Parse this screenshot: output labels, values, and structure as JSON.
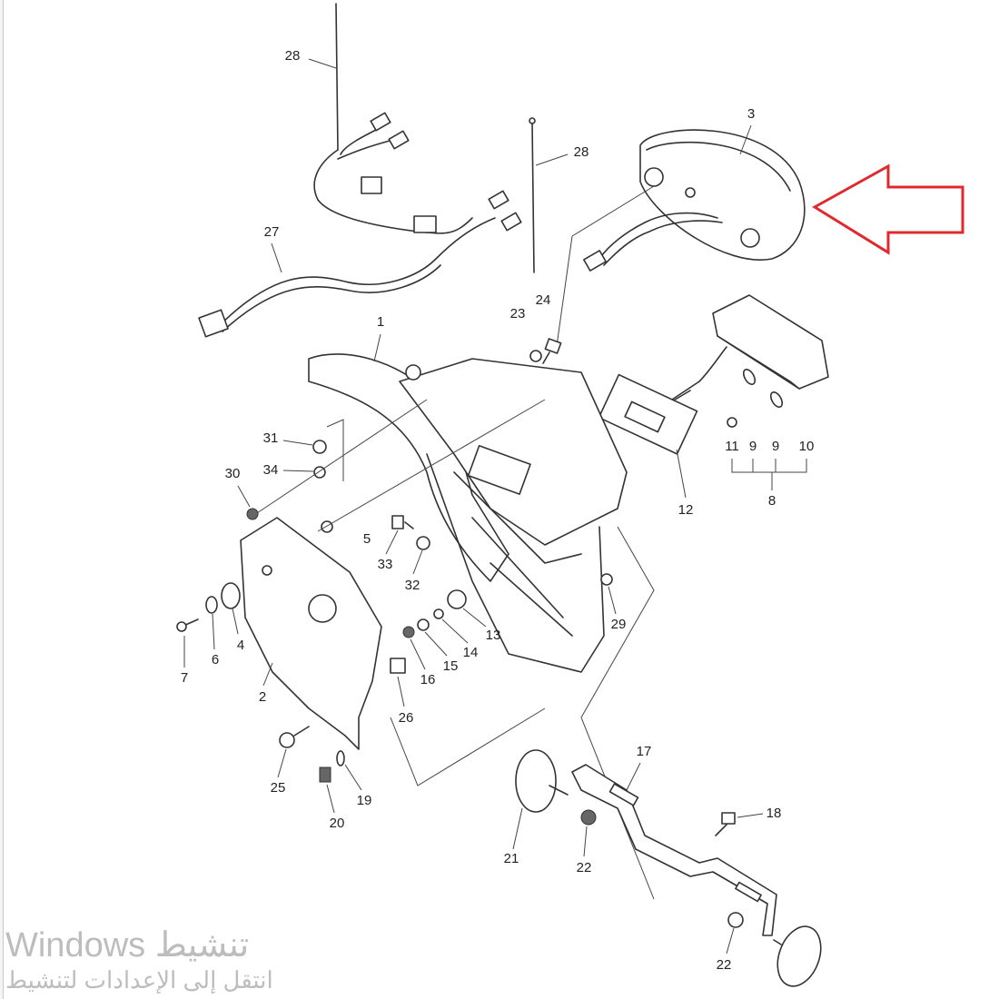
{
  "diagram": {
    "callouts": [
      "28",
      "28",
      "3",
      "27",
      "1",
      "23",
      "24",
      "31",
      "34",
      "30",
      "5",
      "33",
      "32",
      "11",
      "9",
      "9",
      "10",
      "8",
      "12",
      "13",
      "14",
      "15",
      "16",
      "29",
      "7",
      "6",
      "4",
      "2",
      "26",
      "25",
      "19",
      "20",
      "17",
      "18",
      "21",
      "22",
      "22"
    ],
    "highlight_arrow_color": "#e0282d"
  },
  "watermark": {
    "line1": "Windows تنشيط",
    "line2": "انتقل إلى الإعدادات لتنشيط"
  }
}
